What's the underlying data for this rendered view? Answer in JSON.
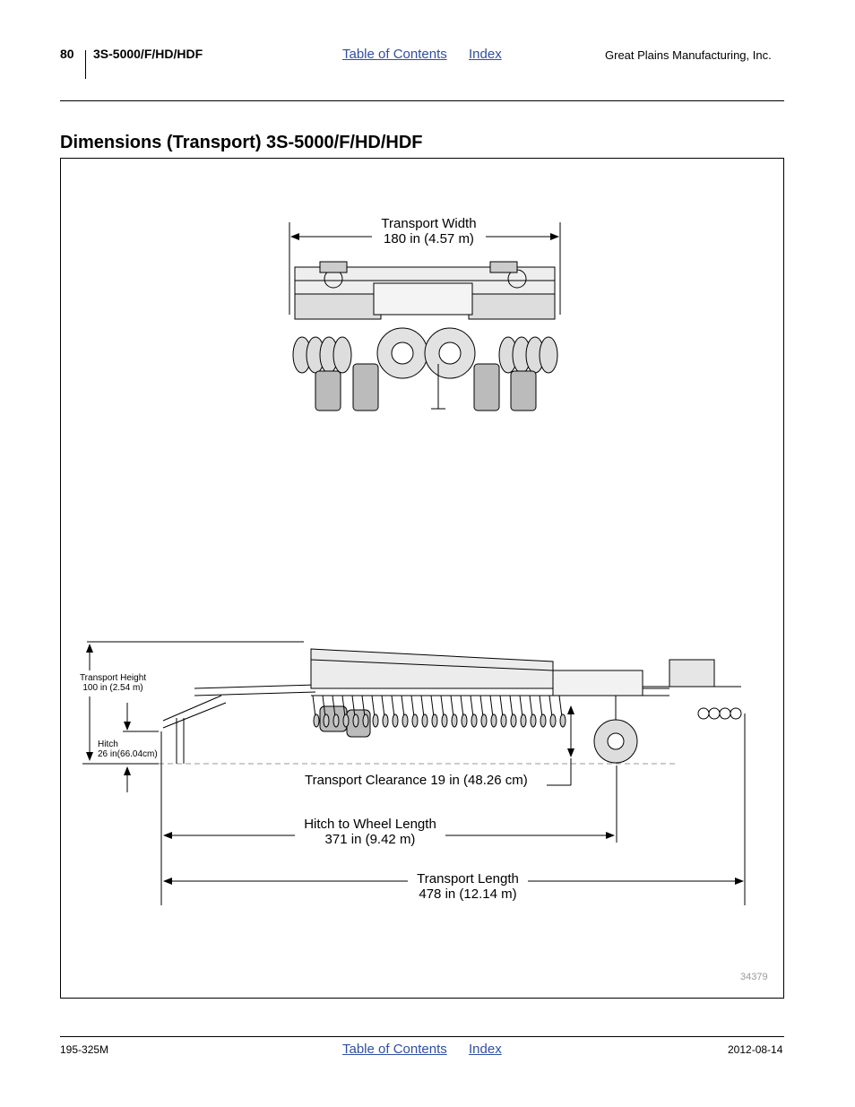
{
  "header": {
    "page_number": "80",
    "model": "3S-5000/F/HD/HDF",
    "toc_link": "Table of Contents",
    "index_link": "Index",
    "company": "Great Plains Manufacturing, Inc."
  },
  "section": {
    "title": "Dimensions (Transport) 3S-5000/F/HD/HDF"
  },
  "figure": {
    "width_label": "Transport Width",
    "width_value": "180 in (4.57 m)",
    "height_label": "Transport Height",
    "height_value": "100 in (2.54 m)",
    "hitch_label": "Hitch",
    "hitch_value": "26 in(66.04cm)",
    "clearance": "Transport Clearance 19 in (48.26 cm)",
    "hitch_to_wheel_label": "Hitch to Wheel Length",
    "hitch_to_wheel_value": "371 in (9.42 m)",
    "length_label": "Transport Length",
    "length_value": "478 in (12.14 m)",
    "figure_id": "34379"
  },
  "footer": {
    "part_number": "195-325M",
    "toc_link": "Table of Contents",
    "index_link": "Index",
    "date": "2012-08-14"
  }
}
